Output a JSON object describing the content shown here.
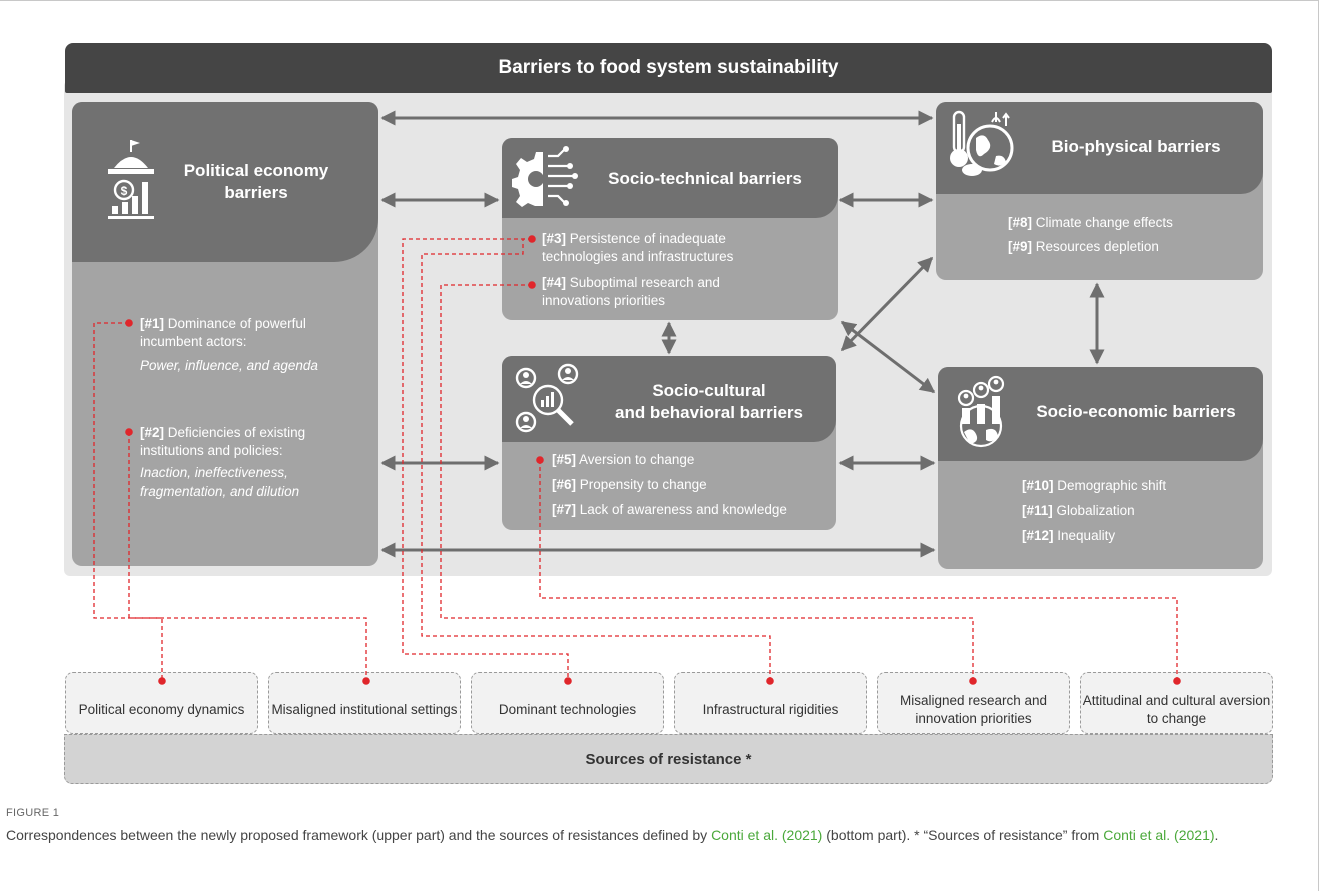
{
  "header": {
    "title": "Barriers to food system sustainability"
  },
  "political": {
    "title": "Political economy barriers",
    "item1_code": "[#1]",
    "item1_text": "Dominance of powerful",
    "item1_text2": "incumbent actors:",
    "item1_sub": "Power, influence, and agenda",
    "item2_code": "[#2]",
    "item2_text": "Deficiencies of existing",
    "item2_text2": "institutions and policies:",
    "item2_sub1": "Inaction, ineffectiveness,",
    "item2_sub2": "fragmentation, and dilution"
  },
  "technical": {
    "title": "Socio-technical barriers",
    "item3_code": "[#3]",
    "item3_text": "Persistence of inadequate",
    "item3_text2": "technologies and infrastructures",
    "item4_code": "[#4]",
    "item4_text": "Suboptimal research and",
    "item4_text2": "innovations priorities"
  },
  "biophysical": {
    "title": "Bio-physical barriers",
    "item8_code": "[#8]",
    "item8_text": "Climate change effects",
    "item9_code": "[#9]",
    "item9_text": "Resources depletion"
  },
  "cultural": {
    "title_line1": "Socio-cultural",
    "title_line2": "and behavioral barriers",
    "item5_code": "[#5]",
    "item5_text": "Aversion to change",
    "item6_code": "[#6]",
    "item6_text": "Propensity to change",
    "item7_code": "[#7]",
    "item7_text": "Lack of awareness and knowledge"
  },
  "economic": {
    "title": "Socio-economic barriers",
    "item10_code": "[#10]",
    "item10_text": "Demographic shift",
    "item11_code": "[#11]",
    "item11_text": "Globalization",
    "item12_code": "[#12]",
    "item12_text": "Inequality"
  },
  "sources": {
    "items": [
      "Political economy dynamics",
      "Misaligned institutional settings",
      "Dominant technologies",
      "Infrastructural rigidities",
      "Misaligned research and innovation priorities",
      "Attitudinal and cultural aversion to change"
    ],
    "bar_label": "Sources of resistance *"
  },
  "figure": {
    "label": "FIGURE 1",
    "caption_a": "Correspondences between the newly proposed framework (upper part) and the sources of resistances defined by ",
    "cite1": "Conti et al. (2021)",
    "caption_b": " (bottom part). * “Sources of resistance” from ",
    "cite2": "Conti et al. (2021)",
    "caption_c": "."
  },
  "colors": {
    "header": "#454545",
    "card": "#a4a4a4",
    "cap": "#717171",
    "link": "#e0262b",
    "citation": "#4aa83a"
  }
}
